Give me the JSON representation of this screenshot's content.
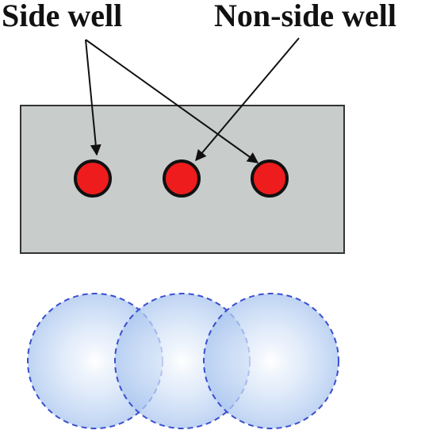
{
  "labels": {
    "side_well": "Side well",
    "non_side_well": "Non-side well"
  },
  "wells": [
    {
      "type": "side",
      "annotated_by": "side_well"
    },
    {
      "type": "non-side",
      "annotated_by": "non_side_well"
    },
    {
      "type": "side",
      "annotated_by": "side_well"
    }
  ],
  "zones": [
    {
      "position": "left"
    },
    {
      "position": "middle"
    },
    {
      "position": "right"
    }
  ],
  "colors": {
    "block_fill": "#c8ccca",
    "block_stroke": "#333333",
    "well_fill": "#ee1c1c",
    "well_stroke": "#111111",
    "arrow": "#111111",
    "zone_center": "#ffffff",
    "zone_edge": "#a9c5ef",
    "zone_stroke": "#3a4fcf"
  }
}
